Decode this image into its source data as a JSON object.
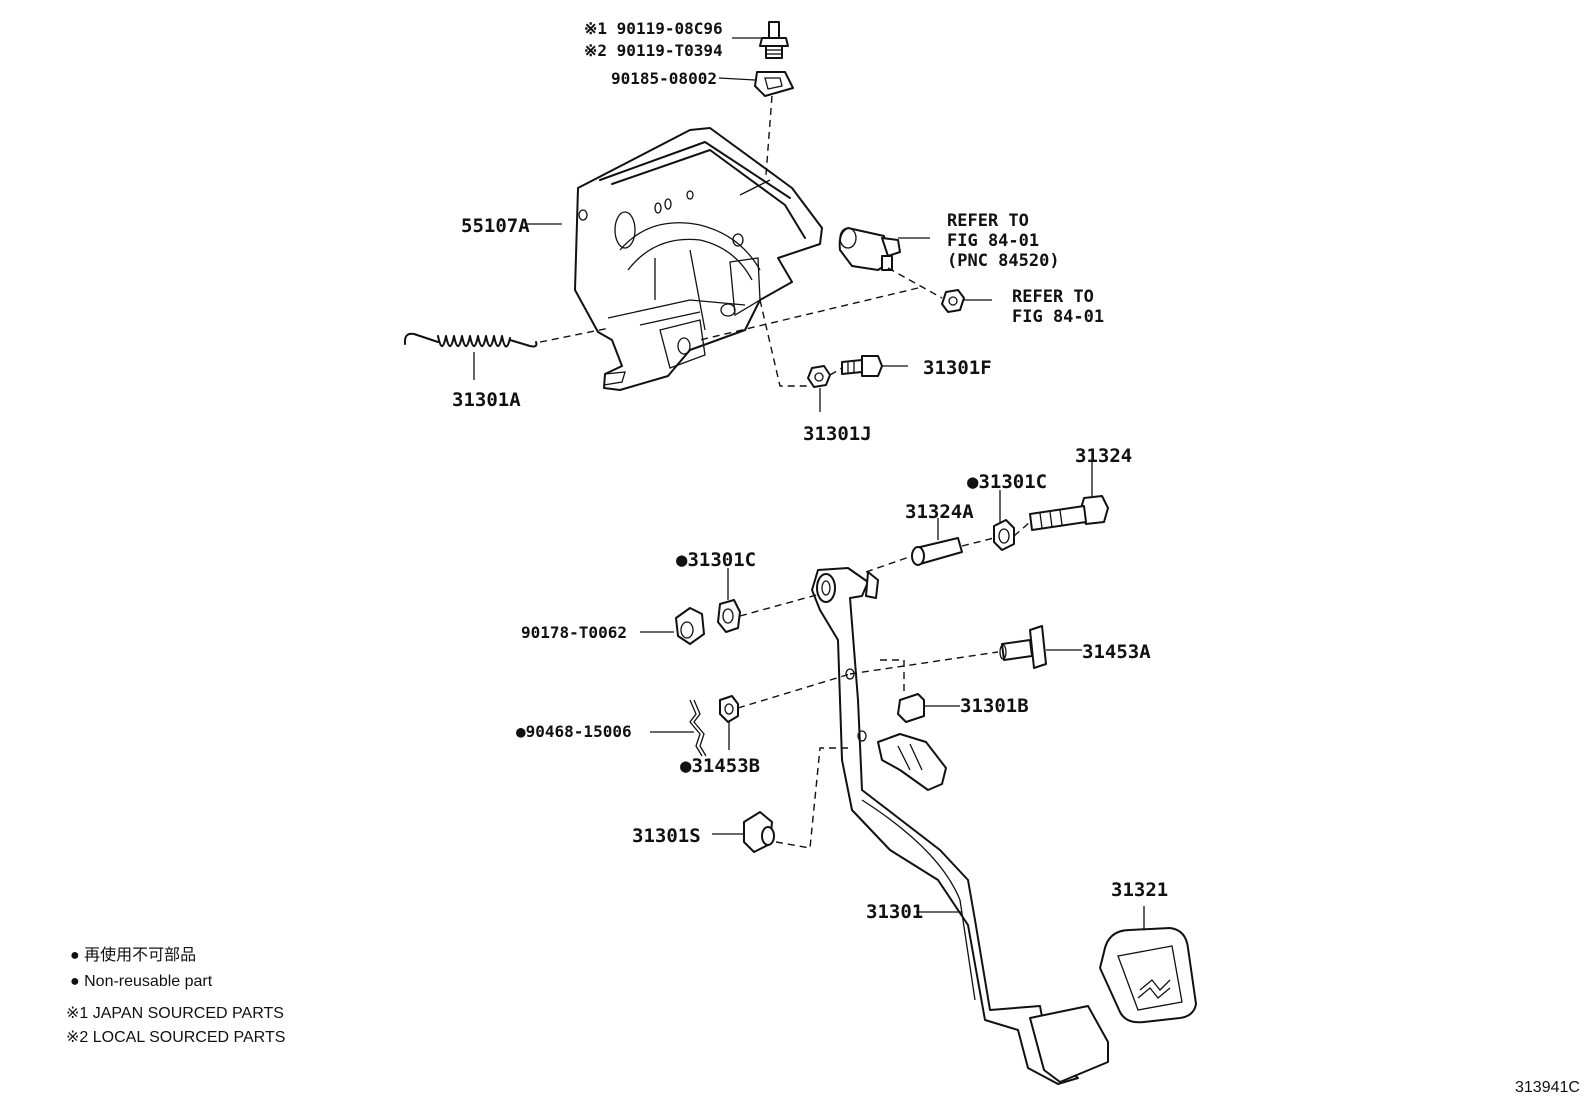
{
  "labels": {
    "p_90119a": "※1 90119-08C96",
    "p_90119b": "※2 90119-T0394",
    "p_90185": "90185-08002",
    "p_55107a": "55107A",
    "refer1_l1": "REFER TO",
    "refer1_l2": "FIG 84-01",
    "refer1_l3": "(PNC 84520)",
    "refer2_l1": "REFER TO",
    "refer2_l2": "FIG 84-01",
    "p_31301a": "31301A",
    "p_31301f": "31301F",
    "p_31301j": "31301J",
    "p_31324": "31324",
    "p_31301c_top": "●31301C",
    "p_31324a": "31324A",
    "p_31301c_left": "●31301C",
    "p_90178": "90178-T0062",
    "p_31453a": "31453A",
    "p_31301b": "31301B",
    "p_90468": "●90468-15006",
    "p_31453b": "●31453B",
    "p_31301s": "31301S",
    "p_31321": "31321",
    "p_31301": "31301"
  },
  "legend": {
    "line1": "● 再使用不可部品",
    "line2": "● Non-reusable part",
    "line3": "※1 JAPAN SOURCED PARTS",
    "line4": "※2 LOCAL SOURCED PARTS"
  },
  "figure_id": "313941C",
  "colors": {
    "ink": "#111111",
    "background": "#ffffff"
  }
}
